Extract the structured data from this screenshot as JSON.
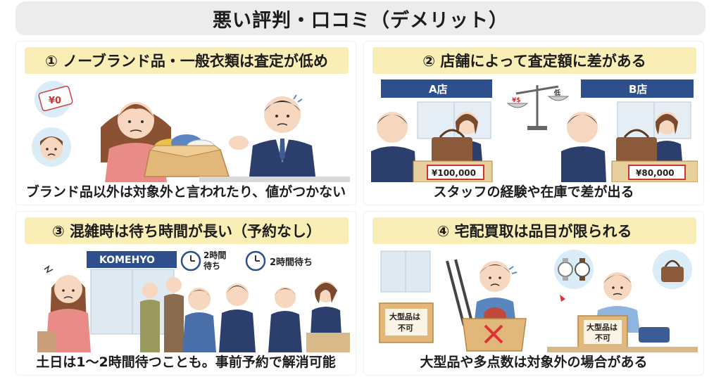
{
  "title": "悪い評判・口コミ（デメリット）",
  "panels": [
    {
      "heading": "① ノーブランド品・一般衣類は査定が低め",
      "caption": "ブランド品以外は対象外と言われたり、値がつかない",
      "tag_price": "¥0"
    },
    {
      "heading": "② 店舗によって査定額に差がある",
      "caption": "スタッフの経験や在庫で差が出る",
      "store_a": "A店",
      "store_b": "B店",
      "price_a": "¥100,000",
      "price_b": "¥80,000",
      "scale_left": "¥$",
      "scale_right": "低"
    },
    {
      "heading": "③ 混雑時は待ち時間が長い（予約なし）",
      "caption": "土日は1〜2時間待つことも。事前予約で解消可能",
      "store_sign": "KOMEHYO",
      "wait_1_line1": "2時間",
      "wait_1_line2": "待ち",
      "wait_2": "2時間待ち"
    },
    {
      "heading": "④ 宅配買取は品目が限られる",
      "caption": "大型品や多点数は対象外の場合がある",
      "box_label_1_line1": "大型品は",
      "box_label_1_line2": "不可",
      "box_label_2_line1": "大型品は",
      "box_label_2_line2": "不可"
    }
  ],
  "colors": {
    "heading_bg": "#f9eeb6",
    "store_sign": "#2d4f8c",
    "staff_uniform": "#2c3e6b",
    "customer_pink": "#e07a7a",
    "box": "#e2b77a",
    "price_tag": "#d9ecf7"
  }
}
